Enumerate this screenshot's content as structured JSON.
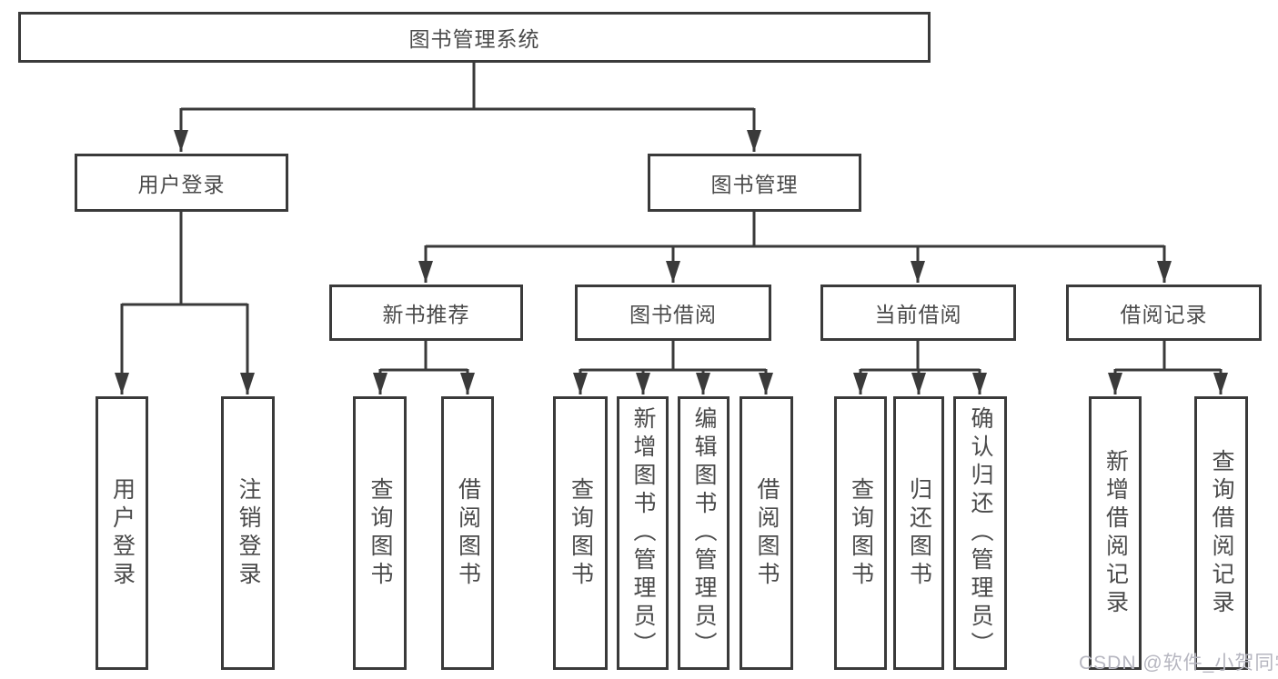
{
  "diagram_title": "图书管理系统",
  "nodes": {
    "root": {
      "label": "图书管理系统"
    },
    "level2": [
      {
        "id": "user-login",
        "label": "用户登录"
      },
      {
        "id": "book-management",
        "label": "图书管理"
      }
    ],
    "level3": [
      {
        "id": "new-book-recommendation",
        "parent": "图书管理",
        "label": "新书推荐"
      },
      {
        "id": "book-borrowing",
        "parent": "图书管理",
        "label": "图书借阅"
      },
      {
        "id": "current-borrowing",
        "parent": "图书管理",
        "label": "当前借阅"
      },
      {
        "id": "borrowing-records",
        "parent": "图书管理",
        "label": "借阅记录"
      }
    ],
    "leaves": [
      {
        "parent": "用户登录",
        "label": "用户登录"
      },
      {
        "parent": "用户登录",
        "label": "注销登录"
      },
      {
        "parent": "新书推荐",
        "label": "查询图书"
      },
      {
        "parent": "新书推荐",
        "label": "借阅图书"
      },
      {
        "parent": "图书借阅",
        "label": "查询图书"
      },
      {
        "parent": "图书借阅",
        "label": "新增图书（管理员）"
      },
      {
        "parent": "图书借阅",
        "label": "编辑图书（管理员）"
      },
      {
        "parent": "图书借阅",
        "label": "借阅图书"
      },
      {
        "parent": "当前借阅",
        "label": "查询图书"
      },
      {
        "parent": "当前借阅",
        "label": "归还图书"
      },
      {
        "parent": "当前借阅",
        "label": "确认归还（管理员）"
      },
      {
        "parent": "借阅记录",
        "label": "新增借阅记录"
      },
      {
        "parent": "借阅记录",
        "label": "查询借阅记录"
      }
    ]
  },
  "watermark": "CSDN @软件_小贺同学",
  "colors": {
    "line": "#3a3a3a",
    "text": "#4a4a4a",
    "watermark": "#b6b6c0",
    "background": "#ffffff"
  }
}
